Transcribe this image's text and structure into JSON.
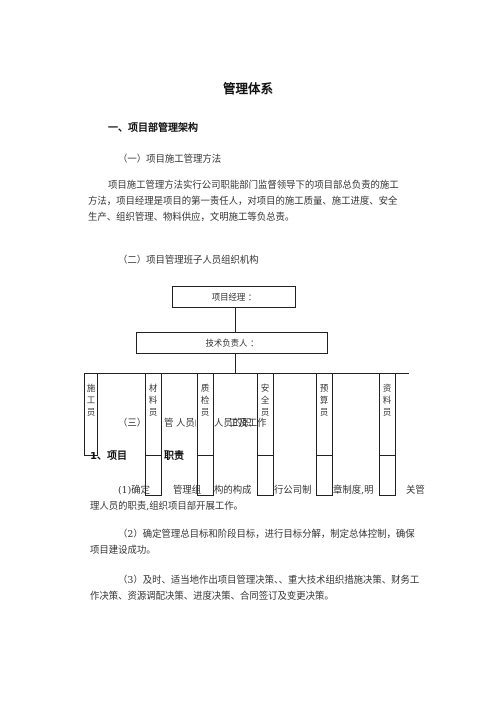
{
  "document": {
    "title": "管理体系",
    "section1_heading": "一、项目部管理架构",
    "subsection1_heading": "（一）项目施工管理方法",
    "subsection1_body": [
      "项目施工管理方法实行公司职能部门监督领导下的项目部总负责的施工",
      "方法，项目经理是项目的第一责任人，对项目的施工质量、施工进度、安全",
      "生产、组织管理、物料供应，文明施工等负总责。"
    ],
    "subsection2_heading": "（二）项目管理班子人员组织机构",
    "org_chart": {
      "top": "项目经理 ：",
      "second": "技术负责人 ：",
      "staff": [
        {
          "chars": [
            "施",
            "工",
            "员"
          ]
        },
        {
          "chars": [
            "材",
            "料",
            "员"
          ]
        },
        {
          "chars": [
            "质",
            "检",
            "员"
          ]
        },
        {
          "chars": [
            "安",
            "全",
            "员"
          ]
        },
        {
          "chars": [
            "预",
            "算",
            "员"
          ]
        },
        {
          "chars": [
            "资",
            "料",
            "员"
          ]
        }
      ]
    },
    "subsection3_heading_fragments": [
      "（三）",
      "管",
      "人员的职",
      "工及工作"
    ],
    "subsection3_1_heading_fragments": [
      "1、项目",
      "职责"
    ],
    "duty_1_fragments": [
      "(1)确定",
      "管理组",
      "构的构成",
      "行公司制",
      "章制度,明",
      "关管"
    ],
    "duty_1_line2": "理人员的职责,组织项目部开展工作。",
    "duty_2": [
      "（2）确定管理总目标和阶段目标，进行目标分解，制定总体控制，确保",
      "项目建设成功。"
    ],
    "duty_3": [
      "（3）及时、适当地作出项目管理决策、、重大技术组织措施决策、财务工",
      "作决策、资源调配决策、进度决策、合同签订及变更决策。"
    ]
  }
}
